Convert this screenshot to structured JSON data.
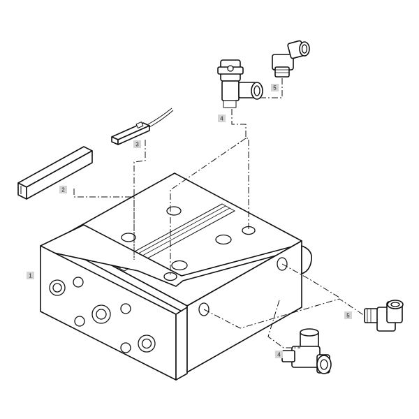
{
  "figure": {
    "callouts": [
      {
        "id": "1",
        "label": "1"
      },
      {
        "id": "2",
        "label": "2"
      },
      {
        "id": "3",
        "label": "3"
      },
      {
        "id": "4a",
        "label": "4"
      },
      {
        "id": "5a",
        "label": "5"
      },
      {
        "id": "4b",
        "label": "4"
      },
      {
        "id": "5b",
        "label": "5"
      }
    ],
    "colors": {
      "line": "#111111",
      "callout_fill": "#d4d4d4",
      "background": "#ffffff"
    }
  }
}
